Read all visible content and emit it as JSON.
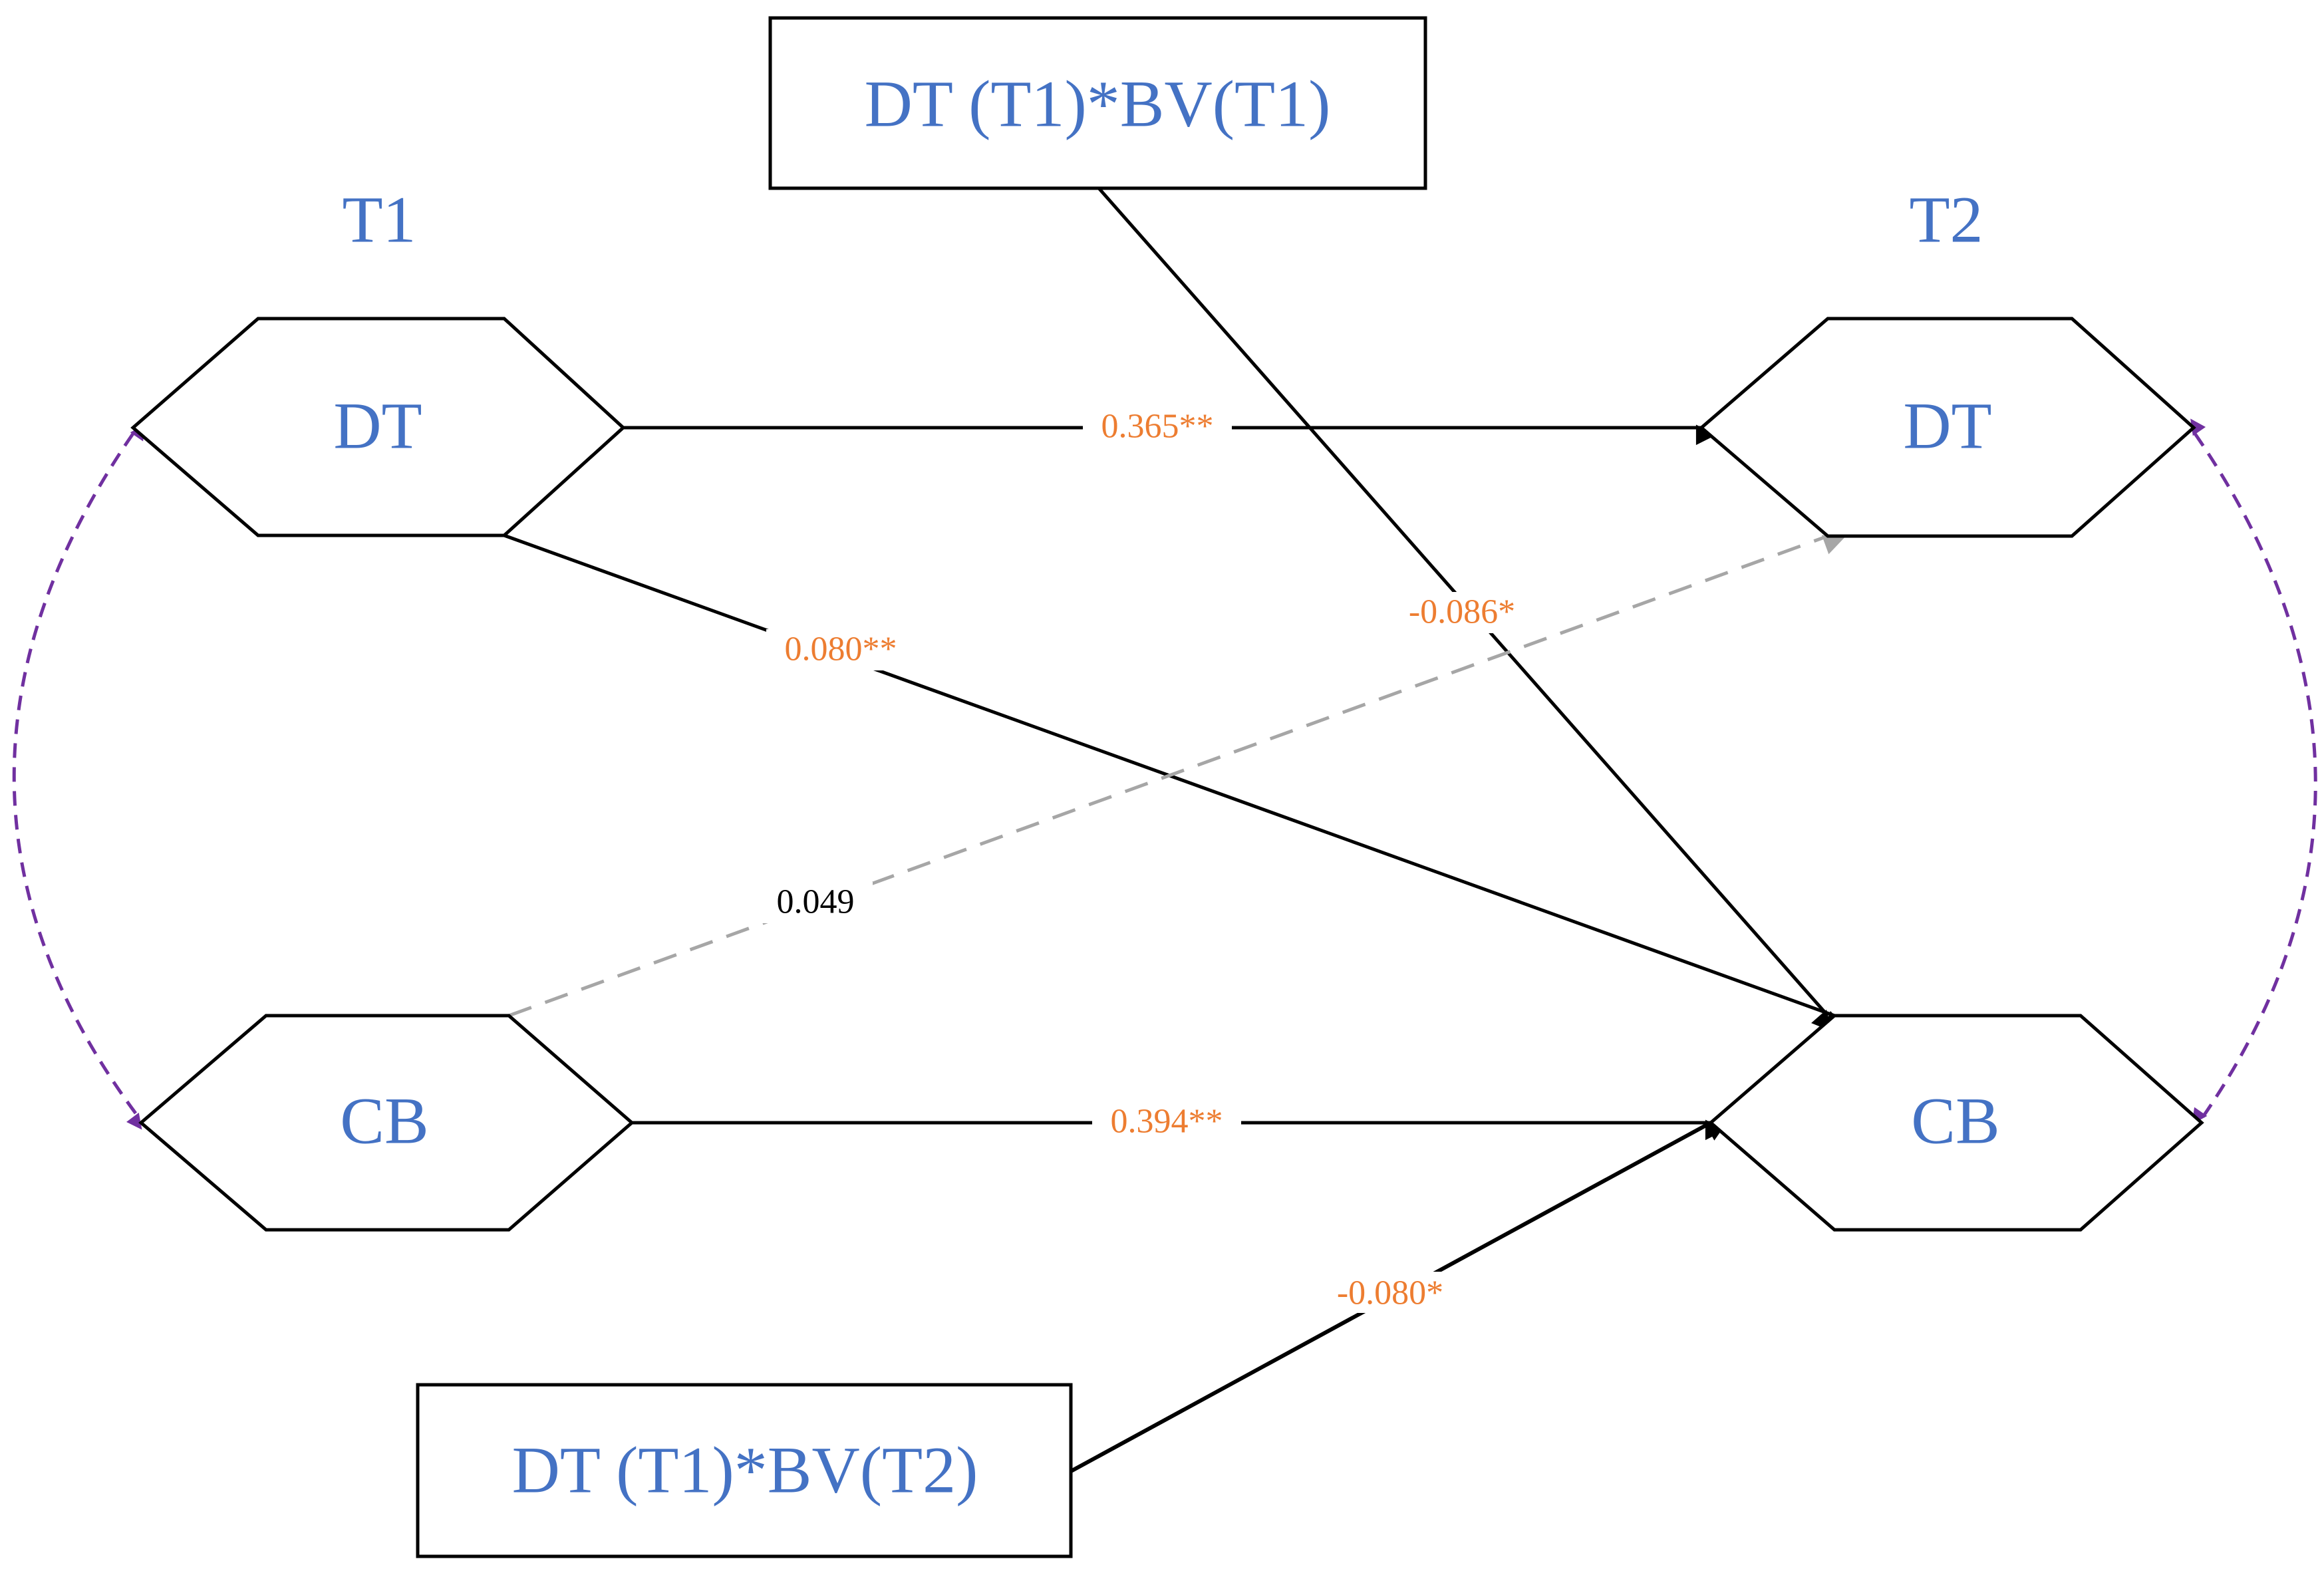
{
  "colors": {
    "label_blue": "#4472c4",
    "significant_orange": "#ed7d31",
    "nonsignificant_black": "#000000",
    "dashed_gray": "#a6a6a6",
    "covariance_purple": "#7030a0",
    "stroke": "#000000"
  },
  "diagram": {
    "time_labels": {
      "t1": "T1",
      "t2": "T2"
    },
    "nodes": {
      "dt_t1": "DT",
      "cb_t1": "CB",
      "dt_t2": "DT",
      "cb_t2": "CB",
      "interaction_top": "DT (T1)*BV(T1)",
      "interaction_bottom": "DT (T1)*BV(T2)"
    },
    "paths": {
      "dt_t1_to_dt_t2": "0.365**",
      "dt_t1_to_cb_t2": "0.080**",
      "cb_t1_to_dt_t2": "0.049",
      "cb_t1_to_cb_t2": "0.394**",
      "interaction_top_to_cb_t2": "-0.086*",
      "interaction_bottom_to_cb_t2": "-0.080*"
    }
  }
}
